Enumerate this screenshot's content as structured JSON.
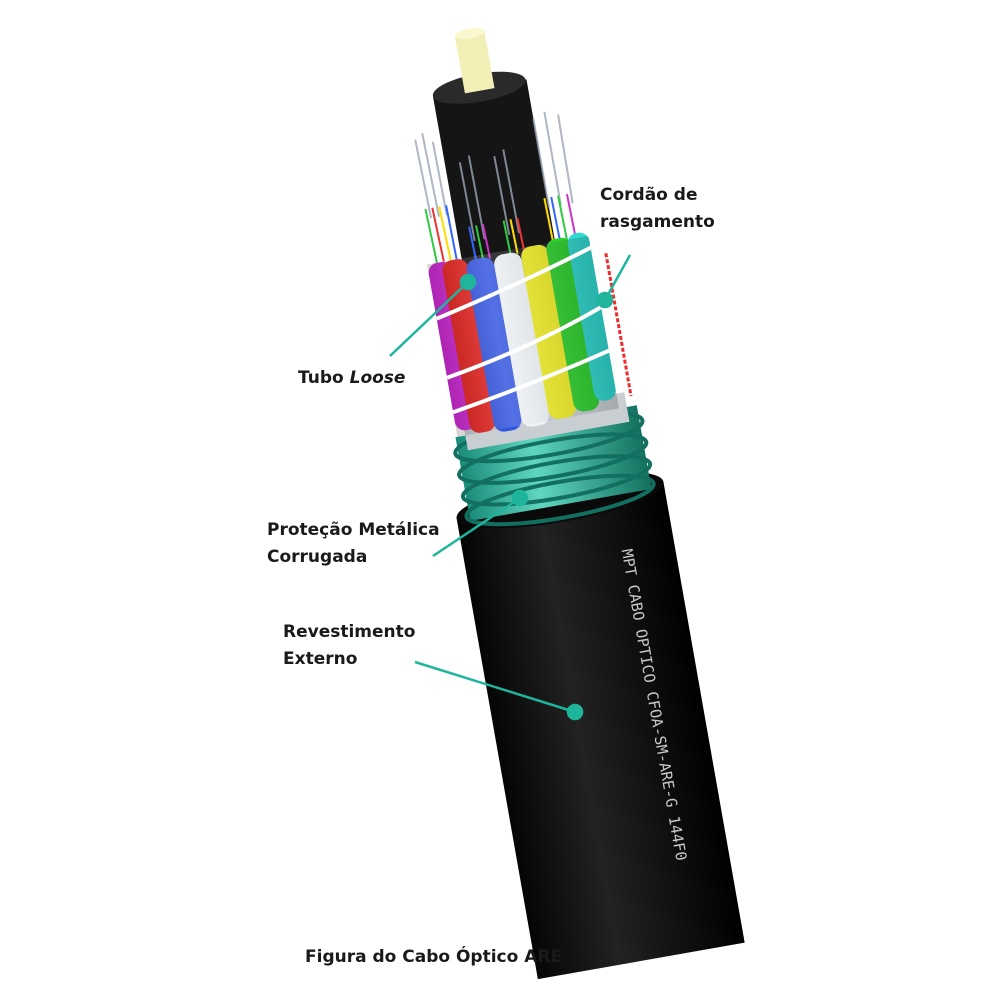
{
  "labels": {
    "ripcord": {
      "line1": "Cordão de",
      "line2": "rasgamento"
    },
    "loose_tube": {
      "word": "Tubo",
      "italic": "Loose"
    },
    "armor": {
      "line1": "Proteção Metálica",
      "line2": "Corrugada"
    },
    "jacket": {
      "line1": "Revestimento",
      "line2": "Externo"
    }
  },
  "cable_print": "MPT CABO OPTICO CFOA-SM-ARE-G 144F0",
  "caption": "Figura do Cabo Óptico ARE",
  "colors": {
    "accent": "#1fb59c",
    "jacket": "#111111",
    "armor": "#2fb8a0"
  }
}
